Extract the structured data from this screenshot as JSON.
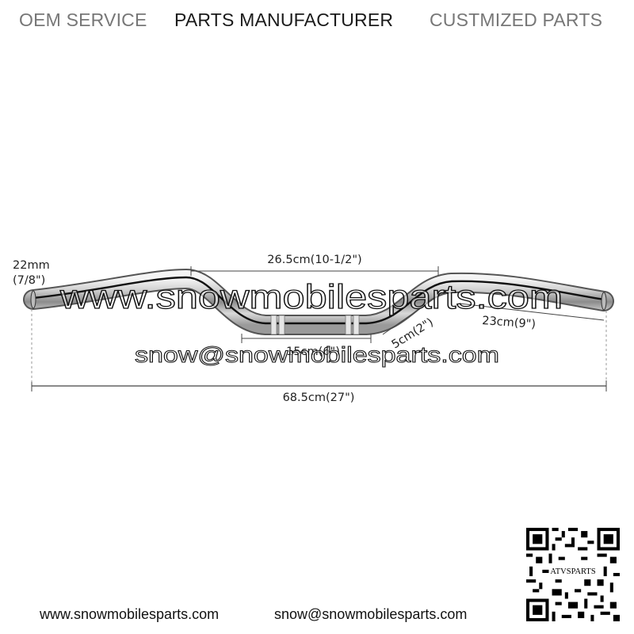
{
  "header": {
    "item1": "OEM SERVICE",
    "item2": "PARTS MANUFACTURER",
    "item3": "CUSTMIZED PARTS",
    "color_muted": "#777777",
    "color_strong": "#1a1a1a"
  },
  "dimensions": {
    "diameter_mm": "22mm",
    "diameter_in": "(7/8\")",
    "rise_span": "26.5cm(10-1/2\")",
    "center_width": "15cm(6\")",
    "rise_height": "5cm(2\")",
    "grip_length": "23cm(9\")",
    "overall_width": "68.5cm(27\")"
  },
  "watermark": {
    "site": "www.snowmobilesparts.com",
    "email": "snow@snowmobilesparts.com"
  },
  "footer": {
    "website": "www.snowmobilesparts.com",
    "email": "snow@snowmobilesparts.com"
  },
  "qr": {
    "label": "ATVSPARTS"
  },
  "icons": {
    "product": "motorcycle-handlebar-icon",
    "code": "qr-code-icon"
  }
}
